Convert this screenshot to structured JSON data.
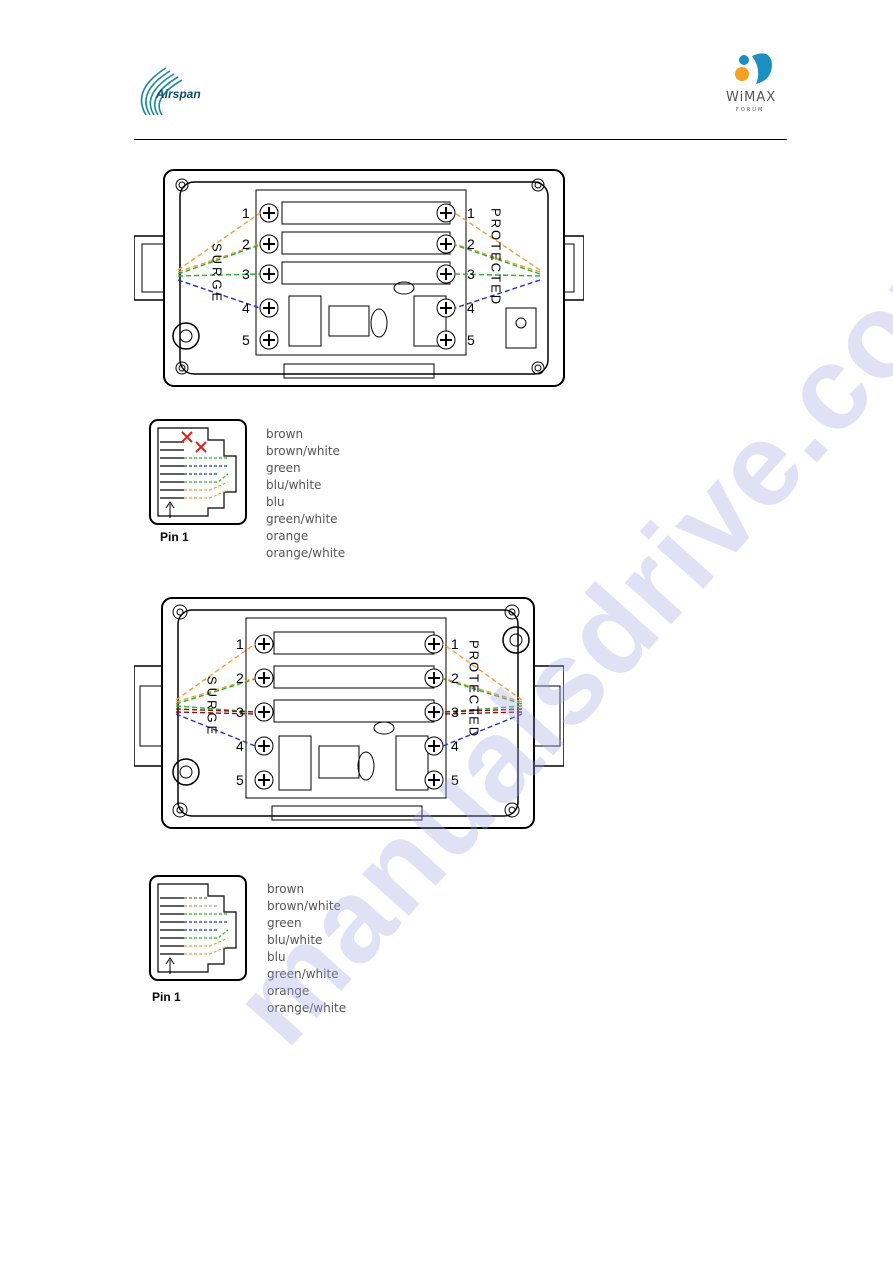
{
  "header": {
    "left_logo_text": "Airspan",
    "right_logo_text": "WiMAX",
    "right_logo_sub": "FORUM"
  },
  "diagrams": [
    {
      "surge_label": "SURGE",
      "protected_label": "PROTECTED",
      "left_numbers": [
        "1",
        "2",
        "3",
        "4",
        "5"
      ],
      "right_numbers": [
        "1",
        "2",
        "3",
        "4",
        "5"
      ]
    },
    {
      "surge_label": "SURGE",
      "protected_label": "PROTECTED",
      "left_numbers": [
        "1",
        "2",
        "3",
        "4",
        "5"
      ],
      "right_numbers": [
        "1",
        "2",
        "3",
        "4",
        "5"
      ]
    }
  ],
  "connectors": [
    {
      "pin_label": "Pin 1",
      "wires": [
        "brown",
        "brown/white",
        "green",
        "blu/white",
        "blu",
        "green/white",
        "orange",
        "orange/white"
      ]
    },
    {
      "pin_label": "Pin 1",
      "wires": [
        "brown",
        "brown/white",
        "green",
        "blu/white",
        "blu",
        "green/white",
        "orange",
        "orange/white"
      ]
    }
  ],
  "watermark": "manualsdrive.com",
  "colors": {
    "orange_wire": "#f0a040",
    "green_wire": "#30b030",
    "blue_wire": "#2030c0",
    "brown_wire": "#8a1010",
    "reject_mark": "#e02020",
    "logo_blue": "#1a8fc0",
    "logo_orange": "#f5a020"
  }
}
